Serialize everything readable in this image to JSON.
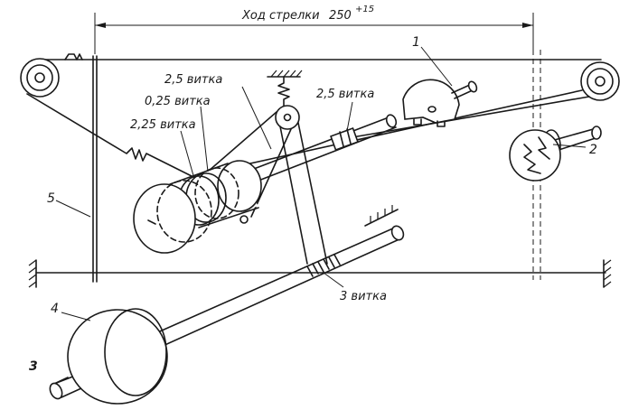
{
  "title": "Ход стрелки",
  "travel": {
    "value": "250",
    "tolerance": "+15"
  },
  "labels": {
    "turns_2_5_a": "2,5 витка",
    "turns_0_25": "0,25 витка",
    "turns_2_25": "2,25 витка",
    "turns_2_5_b": "2,5 витка",
    "turns_3": "3 витка"
  },
  "numbers": {
    "n1": "1",
    "n2": "2",
    "n3": "3",
    "n4": "4",
    "n5": "5"
  }
}
